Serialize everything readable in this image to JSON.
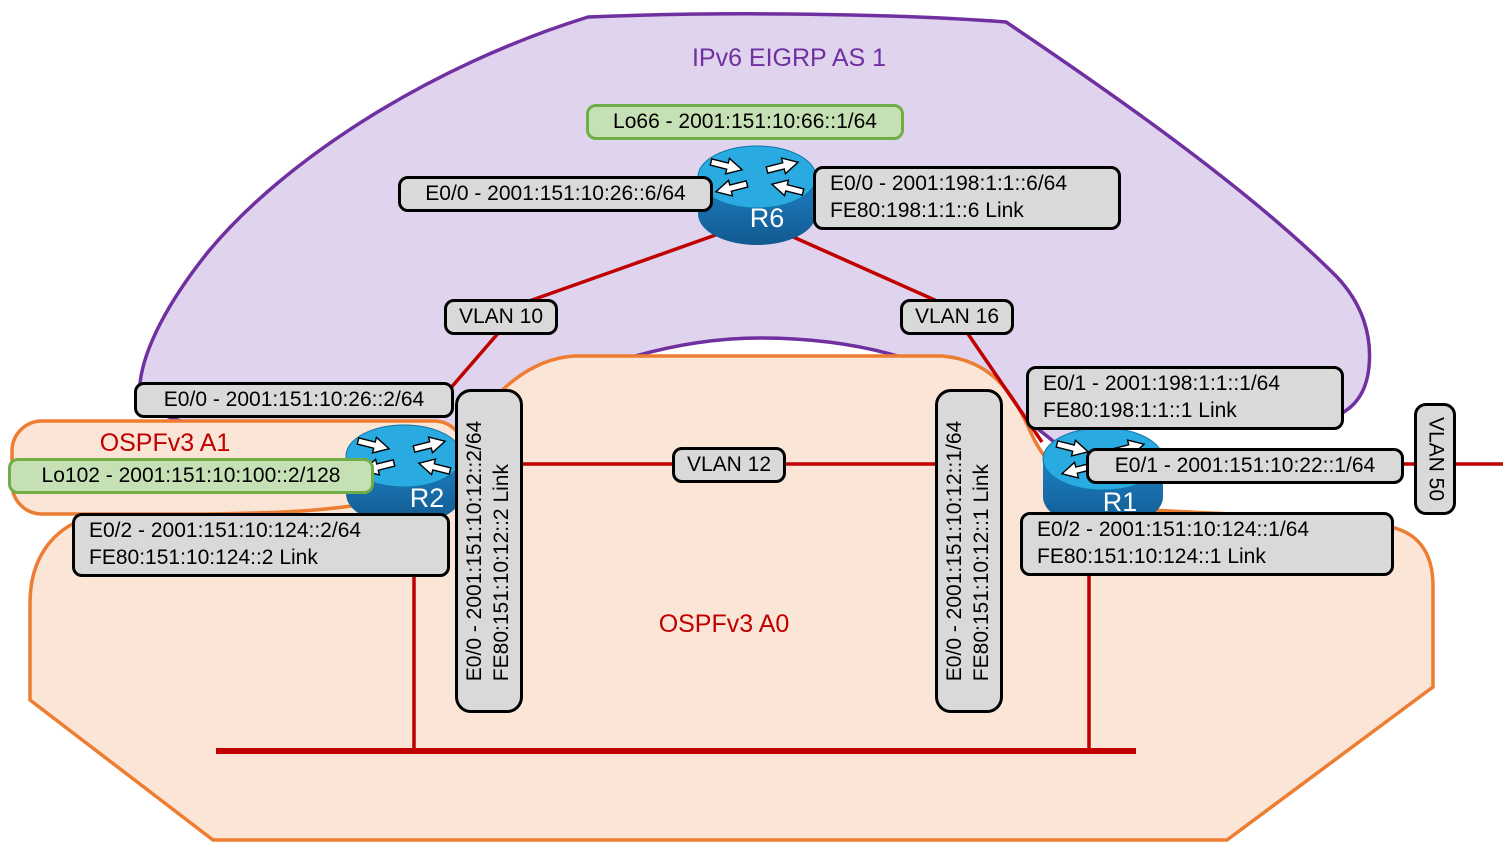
{
  "regions": {
    "eigrp": {
      "title": "IPv6 EIGRP AS 1",
      "title_color": "#7030A0",
      "fill": "#DFD3EE",
      "border": "#7030A0"
    },
    "ospf_a1": {
      "title": "OSPFv3 A1",
      "title_color": "#C00000",
      "fill": "#FBE5D6",
      "border": "#ED7D31"
    },
    "ospf_a0": {
      "title": "OSPFv3 A0",
      "title_color": "#C00000",
      "fill": "#FBE5D6",
      "border": "#ED7D31"
    }
  },
  "routers": {
    "r6": {
      "name": "R6"
    },
    "r2": {
      "name": "R2"
    },
    "r1": {
      "name": "R1"
    }
  },
  "loopbacks": {
    "lo66": {
      "text": "Lo66 - 2001:151:10:66::1/64"
    },
    "lo102": {
      "text": "Lo102 - 2001:151:10:100::2/128"
    }
  },
  "interfaces": {
    "r6_e00": {
      "text": "E0/0 - 2001:151:10:26::6/64"
    },
    "r6_e00_vlan16": {
      "line1": "E0/0 - 2001:198:1:1::6/64",
      "line2": "FE80:198:1:1::6 Link"
    },
    "r2_e00_vlan10": {
      "text": "E0/0 - 2001:151:10:26::2/64"
    },
    "r2_e02": {
      "line1": "E0/2 - 2001:151:10:124::2/64",
      "line2": "FE80:151:10:124::2 Link"
    },
    "r2_e00_vlan12": {
      "line1": "E0/0 - 2001:151:10:12::2/64",
      "line2": "FE80:151:10:12::2 Link"
    },
    "r1_e00_vlan12": {
      "line1": "E0/0 - 2001:151:10:12::1/64",
      "line2": "FE80:151:10:12::1 Link"
    },
    "r1_e01_vlan16": {
      "line1": "E0/1 - 2001:198:1:1::1/64",
      "line2": "FE80:198:1:1::1 Link"
    },
    "r1_e01_vlan50": {
      "text": "E0/1 - 2001:151:10:22::1/64"
    },
    "r1_e02": {
      "line1": "E0/2 - 2001:151:10:124::1/64",
      "line2": "FE80:151:10:124::1 Link"
    }
  },
  "vlans": {
    "vlan10": {
      "label": "VLAN 10"
    },
    "vlan12": {
      "label": "VLAN 12"
    },
    "vlan16": {
      "label": "VLAN 16"
    },
    "vlan50": {
      "label": "VLAN 50"
    }
  },
  "colors": {
    "link_red": "#C00000",
    "label_bg": "#D9D9D9",
    "label_border": "#000000",
    "loopback_bg": "#C5E0B4",
    "loopback_border": "#70AD47",
    "router_top": "#29ABE2",
    "router_body": "#1B75BC"
  }
}
